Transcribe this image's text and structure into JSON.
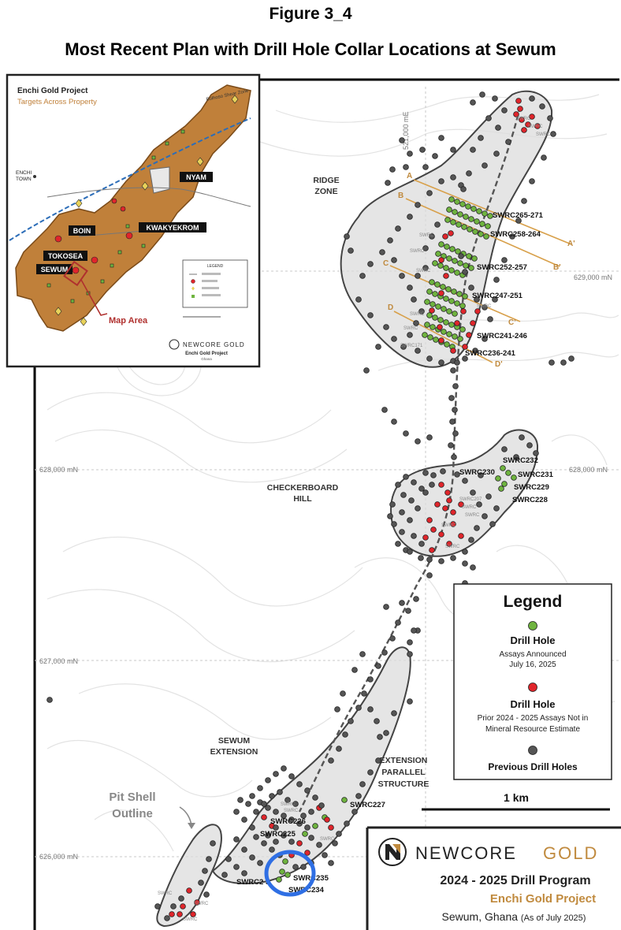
{
  "figure": {
    "number": "Figure 3_4",
    "title": "Most Recent Plan with Drill Hole Collar Locations at Sewum"
  },
  "colors": {
    "new_hole": "#6fb43f",
    "prior_hole": "#e0252b",
    "previous_hole": "#555555",
    "section_line": "#d8a04a",
    "shell_fill": "#dcdcdc",
    "property_fill": "#c0803a",
    "highlight_circle": "#2f6fe4",
    "brand_gold": "#c08a3e"
  },
  "grid": {
    "easting": "521,000 mE",
    "northings": [
      "629,000 mN",
      "628,000 mN",
      "628,000 mN",
      "627,000 mN",
      "626,000 mN"
    ]
  },
  "zones": {
    "ridge": "RIDGE\nZONE",
    "checkerboard": "CHECKERBOARD\nHILL",
    "sewum_ext": "SEWUM\nEXTENSION",
    "ext_parallel": "EXTENSION\nPARALLEL\nSTRUCTURE",
    "pit_shell": "Pit Shell\nOutline"
  },
  "hole_labels": {
    "swrc265": "SWRC265-271",
    "swrc258": "SWRC258-264",
    "swrc252": "SWRC252-257",
    "swrc247": "SWRC247-251",
    "swrc241": "SWRC241-246",
    "swrc236": "SWRC236-241",
    "swrc232": "SWRC232",
    "swrc230": "SWRC230",
    "swrc231": "SWRC231",
    "swrc229": "SWRC229",
    "swrc228": "SWRC228",
    "swrc227": "SWRC227",
    "swrc226": "SWRC226",
    "swrc225": "SWRC225",
    "swrc235": "SWRC235",
    "swrc234": "SWRC234",
    "swrc233": "SWRC2 3"
  },
  "sections": {
    "a": "A",
    "a2": "A'",
    "b": "B",
    "b2": "B'",
    "c": "C",
    "c2": "C'",
    "d": "D",
    "d2": "D'"
  },
  "legend": {
    "title": "Legend",
    "new_title": "Drill Hole",
    "new_desc1": "Assays Announced",
    "new_desc2": "July 16, 2025",
    "prior_title": "Drill Hole",
    "prior_desc1": "Prior 2024 - 2025 Assays Not in",
    "prior_desc2": "Mineral Resource Estimate",
    "previous_title": "Previous Drill Holes"
  },
  "scale_bar": {
    "label": "1 km"
  },
  "brand": {
    "logo_word1": "NEWCORE",
    "logo_word2": "GOLD",
    "program": "2024 - 2025 Drill Program",
    "project": "Enchi Gold Project",
    "location": "Sewum, Ghana",
    "as_of": "(As of July 2025)"
  },
  "inset": {
    "title": "Enchi Gold Project",
    "subtitle": "Targets Across Property",
    "shear": "Bolhoso Shear Zone",
    "town": "ENCHI\nTOWN",
    "boin": "BOIN",
    "nyam": "NYAM",
    "kwak": "KWAKYEKROM",
    "tokosea": "TOKOSEA",
    "sewum": "SEWUM",
    "map_area": "Map Area",
    "logo": "NEWCORE GOLD",
    "logo_sub": "Enchi Gold Project",
    "country": "Ghana",
    "legend_title": "LEGEND"
  }
}
